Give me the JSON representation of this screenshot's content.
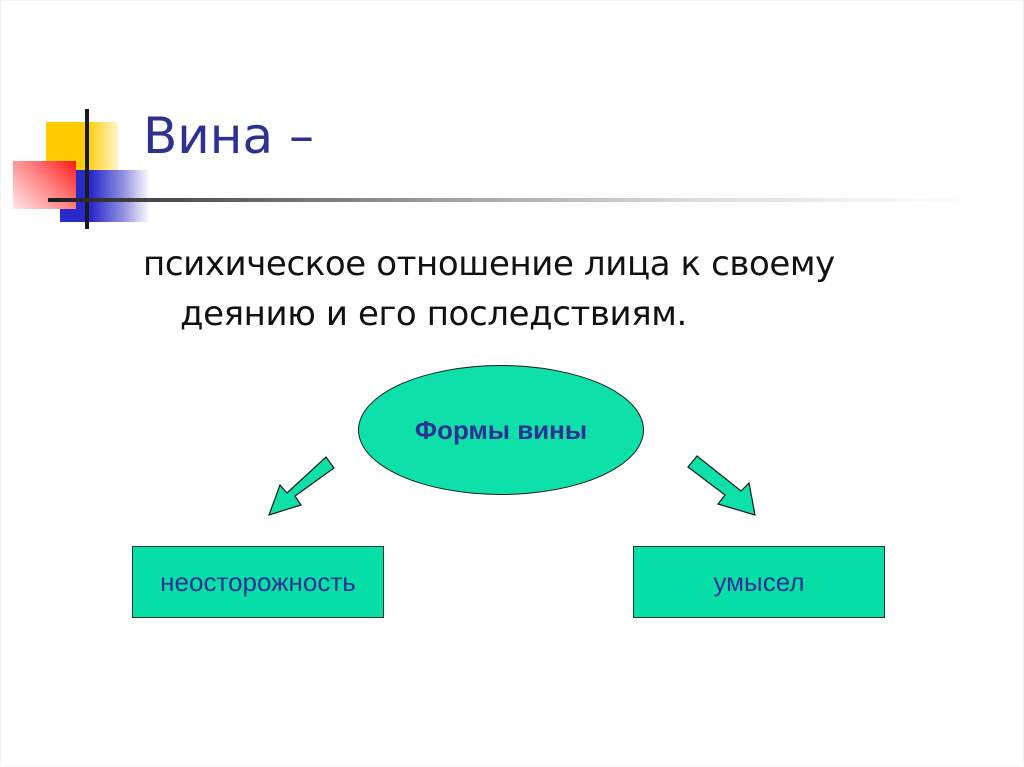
{
  "slide": {
    "title": "Вина –",
    "definition": {
      "line1": "психическое отношение лица к своему",
      "line2": "деянию и его последствиям."
    },
    "diagram": {
      "root": {
        "label": "Формы вины",
        "shape": "ellipse",
        "fill": "#0EE0AA",
        "text_color": "#2E3192"
      },
      "children": [
        {
          "label": "неосторожность",
          "shape": "rectangle",
          "direction": "down-left"
        },
        {
          "label": "умысел",
          "shape": "rectangle",
          "direction": "down-right"
        }
      ],
      "arrow_color": "#0EE0AA"
    },
    "colors": {
      "title": "#2E3192",
      "body_text": "#111111",
      "accent_yellow": "#FFCC00",
      "accent_red": "#FF1A1A",
      "accent_blue": "#2A2ACC",
      "node_fill": "#06E0A8"
    }
  }
}
